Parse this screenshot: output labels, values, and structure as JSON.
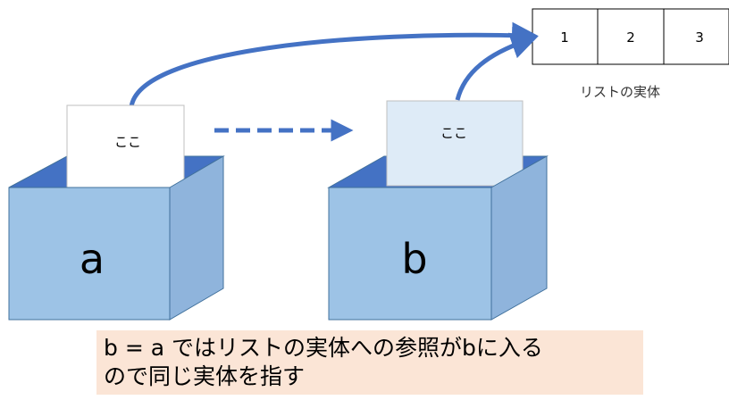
{
  "list": {
    "cells": [
      "1",
      "2",
      "3"
    ],
    "caption": "リストの実体"
  },
  "boxes": {
    "a": {
      "letter": "a",
      "card_text": "ここ"
    },
    "b": {
      "letter": "b",
      "card_text": "ここ"
    }
  },
  "note": {
    "line1": "b = a ではリストの実体への参照がbに入る",
    "line2": "ので同じ実体を指す"
  },
  "colors": {
    "arrow": "#4472C4",
    "box_front": "#9DC3E6",
    "box_side": "#8FB4DC",
    "box_inside": "#4472C4",
    "box_stroke": "#41719C",
    "card_b_fill": "#DEEBF7",
    "note_background": "#FBE5D6"
  }
}
